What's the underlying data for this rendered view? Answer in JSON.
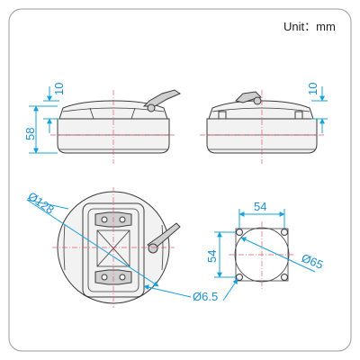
{
  "unit_label": "Unit：mm",
  "dimensions": {
    "front_top_height": "10",
    "front_total_height": "58",
    "side_top_height": "10",
    "overall_diameter": "Ø128",
    "hole_diameter": "Ø6.5",
    "pattern_width": "54",
    "pattern_height": "54",
    "pattern_circle": "Ø65"
  }
}
